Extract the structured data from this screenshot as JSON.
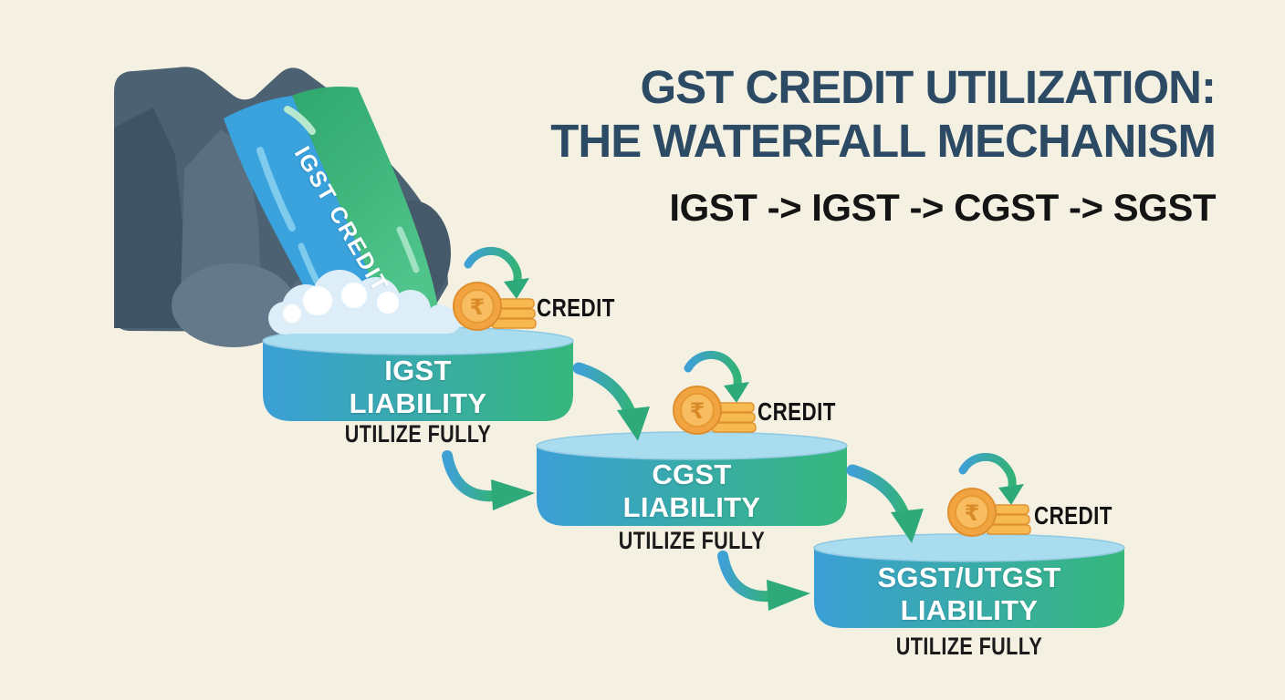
{
  "header": {
    "title_line1": "GST CREDIT UTILIZATION:",
    "title_line2": "THE WATERFALL MECHANISM",
    "flow_sequence": "IGST -> IGST -> CGST -> SGST"
  },
  "waterfall": {
    "stream_label": "IGST CREDIT"
  },
  "coin": {
    "currency_symbol": "₹"
  },
  "pools": [
    {
      "name_line1": "IGST",
      "name_line2": "LIABILITY",
      "note": "UTILIZE FULLY",
      "credit_label": "CREDIT"
    },
    {
      "name_line1": "CGST",
      "name_line2": "LIABILITY",
      "note": "UTILIZE FULLY",
      "credit_label": "CREDIT"
    },
    {
      "name_line1": "SGST/UTGST",
      "name_line2": "LIABILITY",
      "note": "UTILIZE FULLY",
      "credit_label": "CREDIT"
    }
  ],
  "colors": {
    "background": "#f4f1e3",
    "title_text": "#2c4a64",
    "sequence_text": "#141414",
    "rock": "#4c6272",
    "rock_dark": "#3f5463",
    "rock_mid": "#5a7080",
    "rock_light": "#64798a",
    "water_blue": "#3aa2dc",
    "water_green_start": "#2fa76d",
    "water_green_end": "#4fc48b",
    "highlight_blue": "#7ecbee",
    "highlight_green": "#b5e8cf",
    "foam": "#ddeef8",
    "foam_white": "#ffffff",
    "pool_gradient_start": "#3b9fd6",
    "pool_gradient_end": "#36b77c",
    "pool_top": "#a9dcee",
    "arrow_start": "#3fa0d6",
    "arrow_end": "#33b277",
    "arrow_head": "#2da97a",
    "coin_outer": "#f1a440",
    "coin_inner": "#f8bd60",
    "coin_edge": "#e08f2e",
    "coin_stack": "#f6ba50",
    "credit_text": "#121212",
    "pool_label_text": "#ffffff",
    "note_text": "#1b1b1b"
  }
}
